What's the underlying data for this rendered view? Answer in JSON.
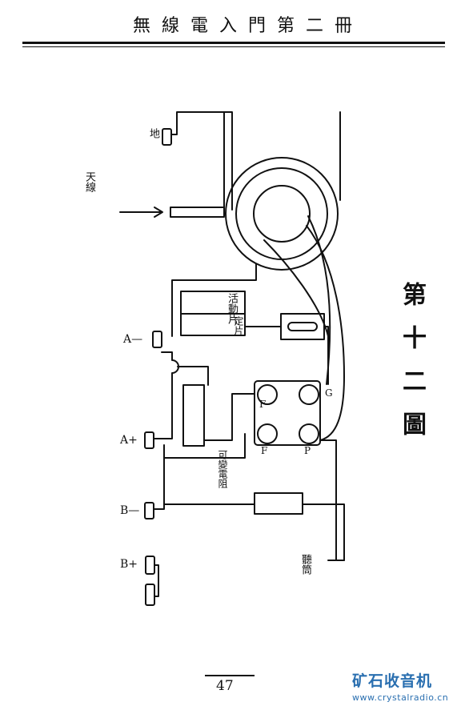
{
  "header": {
    "title": "無線電入門第二冊"
  },
  "figure": {
    "title": "第十二圖"
  },
  "labels": {
    "ground": "地",
    "antenna": "天線",
    "a_minus": "A—",
    "a_plus": "A+",
    "b_minus": "B—",
    "b_plus": "B+",
    "movable_plates": "活動片",
    "fixed_plates": "定片",
    "variable_resistor": "可變電阻",
    "terminal_g": "G",
    "terminal_f1": "F",
    "terminal_f2": "F",
    "terminal_p": "P",
    "earphone": "聽筒"
  },
  "page": {
    "number": "47"
  },
  "watermark": {
    "name": "矿石收音机",
    "url": "www.crystalradio.cn"
  },
  "colors": {
    "ink": "#111111",
    "watermark": "#2a6fb0"
  }
}
